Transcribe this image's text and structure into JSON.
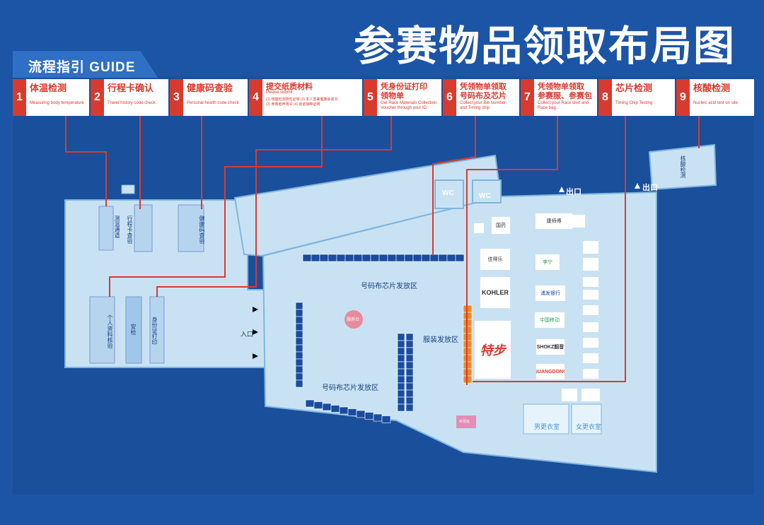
{
  "title": "参赛物品领取布局图",
  "guide_label": "流程指引 GUIDE",
  "steps": [
    {
      "num": "1",
      "name": "体温检测",
      "en": "Measuring body temperature"
    },
    {
      "num": "2",
      "name": "行程卡确认",
      "en": "Travel history code check"
    },
    {
      "num": "3",
      "name": "健康码查验",
      "en": "Personal health code check"
    },
    {
      "num": "4",
      "name": "提交纸质材料",
      "en": "Please submit",
      "detail": "(1) 核酸检测阴性证明  (3) 本人签署健康承诺书\n(2) 参赛者声明书  (4) 疫苗接种证明"
    },
    {
      "num": "5",
      "name": "凭身份证打印\n领物单",
      "en": "Get Race Materials Collection\nVoucher through your ID"
    },
    {
      "num": "6",
      "name": "凭领物单领取\n号码布及芯片",
      "en": "Collect your Bib Number\nand Timing chip"
    },
    {
      "num": "7",
      "name": "凭领物单领取\n参赛服、参赛包",
      "en": "Collect your Race shirt and\nRace bag"
    },
    {
      "num": "8",
      "name": "芯片检测",
      "en": "Timing Chip Testing"
    },
    {
      "num": "9",
      "name": "核酸检测",
      "en": "Nucleic acid test on site"
    }
  ],
  "areas": {
    "bib_zone_1": "号码布芯片发放区",
    "bib_zone_2": "号码布芯片发放区",
    "clothing_zone": "服装发放区",
    "entrance": "入口",
    "exit_1": "出口",
    "exit_2": "出口",
    "wc_1": "WC",
    "wc_2": "WC",
    "temp_check": "测温通道",
    "travel_check": "行程卡查验",
    "health_check": "健康码查验",
    "personal_doc": "个人资料核验",
    "safety": "安检",
    "id_print": "身份证打印",
    "nucleic": "核酸检测",
    "men_change": "男更衣室",
    "women_change": "女更衣室",
    "center_dot": "服务台",
    "small_pink": "补领处"
  },
  "brands": [
    "特步",
    "KOHLER",
    "佳得乐",
    "SHOKZ韶音",
    "康师傅",
    "GUANGDONG",
    "中国移动",
    "浦发银行",
    "李宁",
    "国药"
  ],
  "colors": {
    "bg": "#1d55a6",
    "red": "#d93a2e",
    "floor": "#c9e2f3",
    "wall": "#7fb6df",
    "booth": "#1a4d9e",
    "orange": "#e9892a"
  }
}
